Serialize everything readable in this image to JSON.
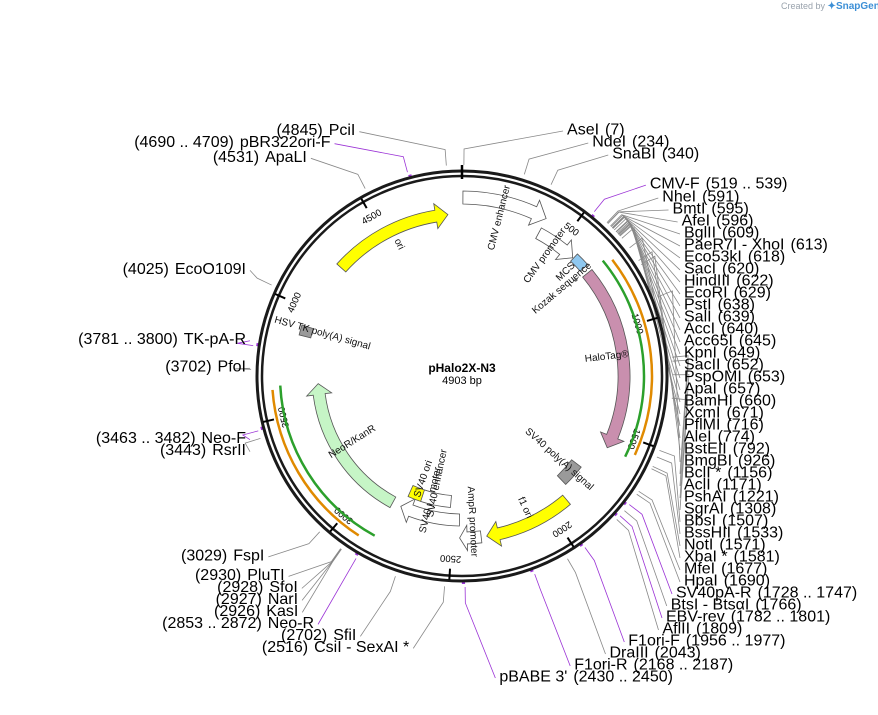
{
  "watermark": {
    "created_by": "Created by",
    "brand": "SnapGene"
  },
  "plasmid": {
    "name": "pHalo2X-N3",
    "size": "4903 bp",
    "length": 4903
  },
  "ticks": [
    500,
    1000,
    1500,
    2000,
    2500,
    3000,
    3500,
    4000,
    4500
  ],
  "features": [
    {
      "name": "CMV enhancer",
      "start": 4,
      "end": 383,
      "dir": 1,
      "color": "#ffffff",
      "boxed": true
    },
    {
      "name": "CMV promoter",
      "start": 384,
      "end": 587,
      "dir": 1,
      "color": "#ffffff"
    },
    {
      "name": "MCS",
      "start": 591,
      "end": 660,
      "dir": 0,
      "color": "#8fc8f0"
    },
    {
      "name": "Kozak sequence",
      "start": 675,
      "end": 684,
      "dir": 0,
      "color": "#888888"
    },
    {
      "name": "HaloTag®",
      "start": 690,
      "end": 1584,
      "dir": 1,
      "color": "#c98fae"
    },
    {
      "name": "SV40 poly(A) signal",
      "start": 1735,
      "end": 1856,
      "dir": 0,
      "color": "#9a9a9a"
    },
    {
      "name": "f1 ori",
      "start": 1904,
      "end": 2332,
      "dir": 1,
      "color": "#ffff00"
    },
    {
      "name": "AmpR promoter",
      "start": 2359,
      "end": 2463,
      "dir": 1,
      "color": "#ffffff"
    },
    {
      "name": "SV40 promoter",
      "start": 2465,
      "end": 2794,
      "dir": 1,
      "color": "#ffffff"
    },
    {
      "name": "SV40 ori",
      "start": 2645,
      "end": 2780,
      "dir": 0,
      "color": "#ffff00"
    },
    {
      "name": "SV40 enhancer",
      "start": 2520,
      "end": 2700,
      "dir": 0,
      "color": "#ffffff"
    },
    {
      "name": "NeoR/KanR",
      "start": 2842,
      "end": 3636,
      "dir": 1,
      "color": "#c6f5c6"
    },
    {
      "name": "HSV TK poly(A) signal",
      "start": 3870,
      "end": 3918,
      "dir": 0,
      "color": "#9a9a9a"
    },
    {
      "name": "ori",
      "start": 4247,
      "end": 4835,
      "dir": 1,
      "color": "#ffff00"
    }
  ],
  "sites": [
    {
      "name": "AseI",
      "pos": "(7)",
      "loc": 7,
      "side": "R"
    },
    {
      "name": "NdeI",
      "pos": "(234)",
      "loc": 234,
      "side": "R"
    },
    {
      "name": "SnaBI",
      "pos": "(340)",
      "loc": 340,
      "side": "R"
    },
    {
      "name": "NheI",
      "pos": "(591)",
      "loc": 591,
      "side": "R"
    },
    {
      "name": "BmtI",
      "pos": "(595)",
      "loc": 595,
      "side": "R"
    },
    {
      "name": "AfeI",
      "pos": "(596)",
      "loc": 596,
      "side": "R"
    },
    {
      "name": "BglII",
      "pos": "(609)",
      "loc": 609,
      "side": "R"
    },
    {
      "name": "PaeR7I - XhoI",
      "pos": "(613)",
      "loc": 613,
      "side": "R"
    },
    {
      "name": "Eco53kI",
      "pos": "(618)",
      "loc": 618,
      "side": "R"
    },
    {
      "name": "SacI",
      "pos": "(620)",
      "loc": 620,
      "side": "R"
    },
    {
      "name": "HindIII",
      "pos": "(622)",
      "loc": 622,
      "side": "R"
    },
    {
      "name": "EcoRI",
      "pos": "(629)",
      "loc": 629,
      "side": "R"
    },
    {
      "name": "PstI",
      "pos": "(638)",
      "loc": 638,
      "side": "R"
    },
    {
      "name": "SalI",
      "pos": "(639)",
      "loc": 639,
      "side": "R"
    },
    {
      "name": "AccI",
      "pos": "(640)",
      "loc": 640,
      "side": "R"
    },
    {
      "name": "Acc65I",
      "pos": "(645)",
      "loc": 645,
      "side": "R"
    },
    {
      "name": "KpnI",
      "pos": "(649)",
      "loc": 649,
      "side": "R"
    },
    {
      "name": "SacII",
      "pos": "(652)",
      "loc": 652,
      "side": "R"
    },
    {
      "name": "PspOMI",
      "pos": "(653)",
      "loc": 653,
      "side": "R"
    },
    {
      "name": "ApaI",
      "pos": "(657)",
      "loc": 657,
      "side": "R"
    },
    {
      "name": "BamHI",
      "pos": "(660)",
      "loc": 660,
      "side": "R"
    },
    {
      "name": "XcmI",
      "pos": "(671)",
      "loc": 671,
      "side": "R"
    },
    {
      "name": "PflMI",
      "pos": "(716)",
      "loc": 716,
      "side": "R"
    },
    {
      "name": "AleI",
      "pos": "(774)",
      "loc": 774,
      "side": "R"
    },
    {
      "name": "BstEII",
      "pos": "(792)",
      "loc": 792,
      "side": "R"
    },
    {
      "name": "BmgBI",
      "pos": "(926)",
      "loc": 926,
      "side": "R"
    },
    {
      "name": "BclI *",
      "pos": "(1156)",
      "loc": 1156,
      "side": "R"
    },
    {
      "name": "AclI",
      "pos": "(1171)",
      "loc": 1171,
      "side": "R"
    },
    {
      "name": "PshAI",
      "pos": "(1221)",
      "loc": 1221,
      "side": "R"
    },
    {
      "name": "SgrAI",
      "pos": "(1308)",
      "loc": 1308,
      "side": "R"
    },
    {
      "name": "BbsI",
      "pos": "(1507)",
      "loc": 1507,
      "side": "R"
    },
    {
      "name": "BssHII",
      "pos": "(1533)",
      "loc": 1533,
      "side": "R"
    },
    {
      "name": "NotI",
      "pos": "(1571)",
      "loc": 1571,
      "side": "R"
    },
    {
      "name": "XbaI *",
      "pos": "(1581)",
      "loc": 1581,
      "side": "R"
    },
    {
      "name": "MfeI",
      "pos": "(1677)",
      "loc": 1677,
      "side": "R"
    },
    {
      "name": "HpaI",
      "pos": "(1690)",
      "loc": 1690,
      "side": "R"
    },
    {
      "name": "BtsI - BtsαI",
      "pos": "(1766)",
      "loc": 1766,
      "side": "R"
    },
    {
      "name": "AflII",
      "pos": "(1809)",
      "loc": 1809,
      "side": "R"
    },
    {
      "name": "DraIII",
      "pos": "(2043)",
      "loc": 2043,
      "side": "R"
    },
    {
      "name": "CsiI - SexAI *",
      "pos": "(2516)",
      "loc": 2516,
      "side": "L"
    },
    {
      "name": "SfiI",
      "pos": "(2702)",
      "loc": 2702,
      "side": "L"
    },
    {
      "name": "KasI",
      "pos": "(2926)",
      "loc": 2926,
      "side": "L"
    },
    {
      "name": "NarI",
      "pos": "(2927)",
      "loc": 2927,
      "side": "L"
    },
    {
      "name": "SfoI",
      "pos": "(2928)",
      "loc": 2928,
      "side": "L"
    },
    {
      "name": "PluTI",
      "pos": "(2930)",
      "loc": 2930,
      "side": "L"
    },
    {
      "name": "FspI",
      "pos": "(3029)",
      "loc": 3029,
      "side": "L"
    },
    {
      "name": "RsrII",
      "pos": "(3443)",
      "loc": 3443,
      "side": "L"
    },
    {
      "name": "PfoI",
      "pos": "(3702)",
      "loc": 3702,
      "side": "L"
    },
    {
      "name": "EcoO109I",
      "pos": "(4025)",
      "loc": 4025,
      "side": "L"
    },
    {
      "name": "ApaLI",
      "pos": "(4531)",
      "loc": 4531,
      "side": "L"
    },
    {
      "name": "PciI",
      "pos": "(4845)",
      "loc": 4845,
      "side": "L"
    }
  ],
  "primers": [
    {
      "name": "CMV-F",
      "range": "(519 .. 539)",
      "loc": 529,
      "side": "R"
    },
    {
      "name": "SV40pA-R",
      "range": "(1728 .. 1747)",
      "loc": 1737,
      "side": "R"
    },
    {
      "name": "EBV-rev",
      "range": "(1782 .. 1801)",
      "loc": 1791,
      "side": "R"
    },
    {
      "name": "F1ori-F",
      "range": "(1956 .. 1977)",
      "loc": 1966,
      "side": "R"
    },
    {
      "name": "F1ori-R",
      "range": "(2168 .. 2187)",
      "loc": 2177,
      "side": "R"
    },
    {
      "name": "pBABE 3'",
      "range": "(2430 .. 2450)",
      "loc": 2440,
      "side": "R"
    },
    {
      "name": "Neo-R",
      "range": "(2853 .. 2872)",
      "loc": 2862,
      "side": "L"
    },
    {
      "name": "Neo-F",
      "range": "(3463 .. 3482)",
      "loc": 3472,
      "side": "L"
    },
    {
      "name": "TK-pA-R",
      "range": "(3781 .. 3800)",
      "loc": 3790,
      "side": "L"
    },
    {
      "name": "pBR322ori-F",
      "range": "(4690 .. 4709)",
      "loc": 4699,
      "side": "L"
    }
  ]
}
